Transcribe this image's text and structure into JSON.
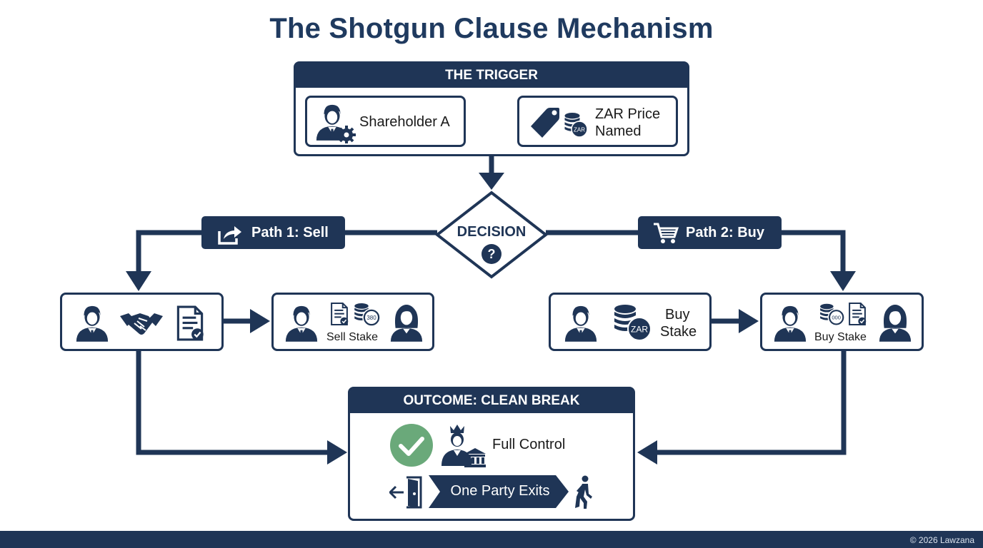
{
  "title": "The Shotgun Clause Mechanism",
  "trigger": {
    "header": "THE TRIGGER",
    "shareholder_label": "Shareholder A",
    "price_line1": "ZAR Price",
    "price_line2": "Named",
    "currency_badge": "ZAR"
  },
  "decision": {
    "label": "DECISION",
    "symbol": "?"
  },
  "path_sell": {
    "label": "Path 1: Sell",
    "card_label": "Sell Stake",
    "coin_badge": "380"
  },
  "path_buy": {
    "label": "Path 2: Buy",
    "card_line1": "Buy",
    "card_line2": "Stake",
    "card2_label": "Buy Stake",
    "currency_badge": "ZAR",
    "coin_badge": "000"
  },
  "outcome": {
    "header": "OUTCOME: CLEAN BREAK",
    "control_label": "Full Control",
    "exit_label": "One Party Exits"
  },
  "footer": {
    "copyright": "© 2026 Lawzana"
  },
  "colors": {
    "navy": "#1f3556",
    "title": "#1f3a5f",
    "check_green": "#6aa97a",
    "white": "#ffffff"
  },
  "icons": [
    "person-gear-icon",
    "price-tag-icon",
    "coin-stack-icon",
    "share-icon",
    "cart-icon",
    "person-icon",
    "handshake-icon",
    "document-check-icon",
    "check-circle-icon",
    "crowned-person-icon",
    "bank-icon",
    "exit-door-icon",
    "walking-person-icon"
  ]
}
